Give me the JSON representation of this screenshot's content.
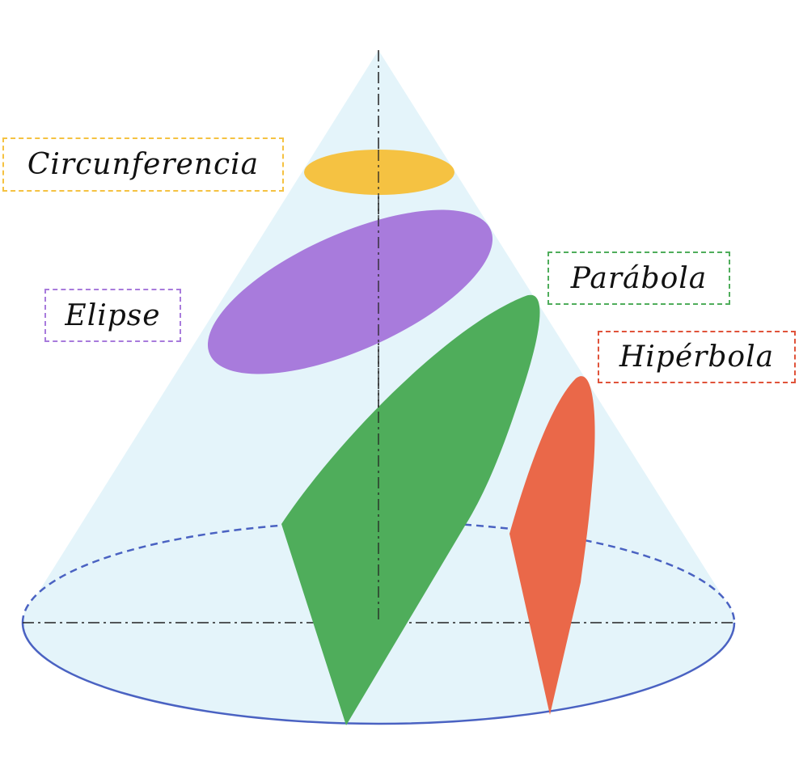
{
  "labels": {
    "circle": "Circunferencia",
    "ellipse": "Elipse",
    "parabola": "Parábola",
    "hyperbola": "Hipérbola"
  },
  "colors": {
    "cone": "#e4f4fa",
    "base": "#4a62c2",
    "circle": "#f5c242",
    "ellipse": "#a87bdc",
    "parabola": "#4fad5b",
    "hyperbola": "#ea6849",
    "axis": "#222222"
  }
}
